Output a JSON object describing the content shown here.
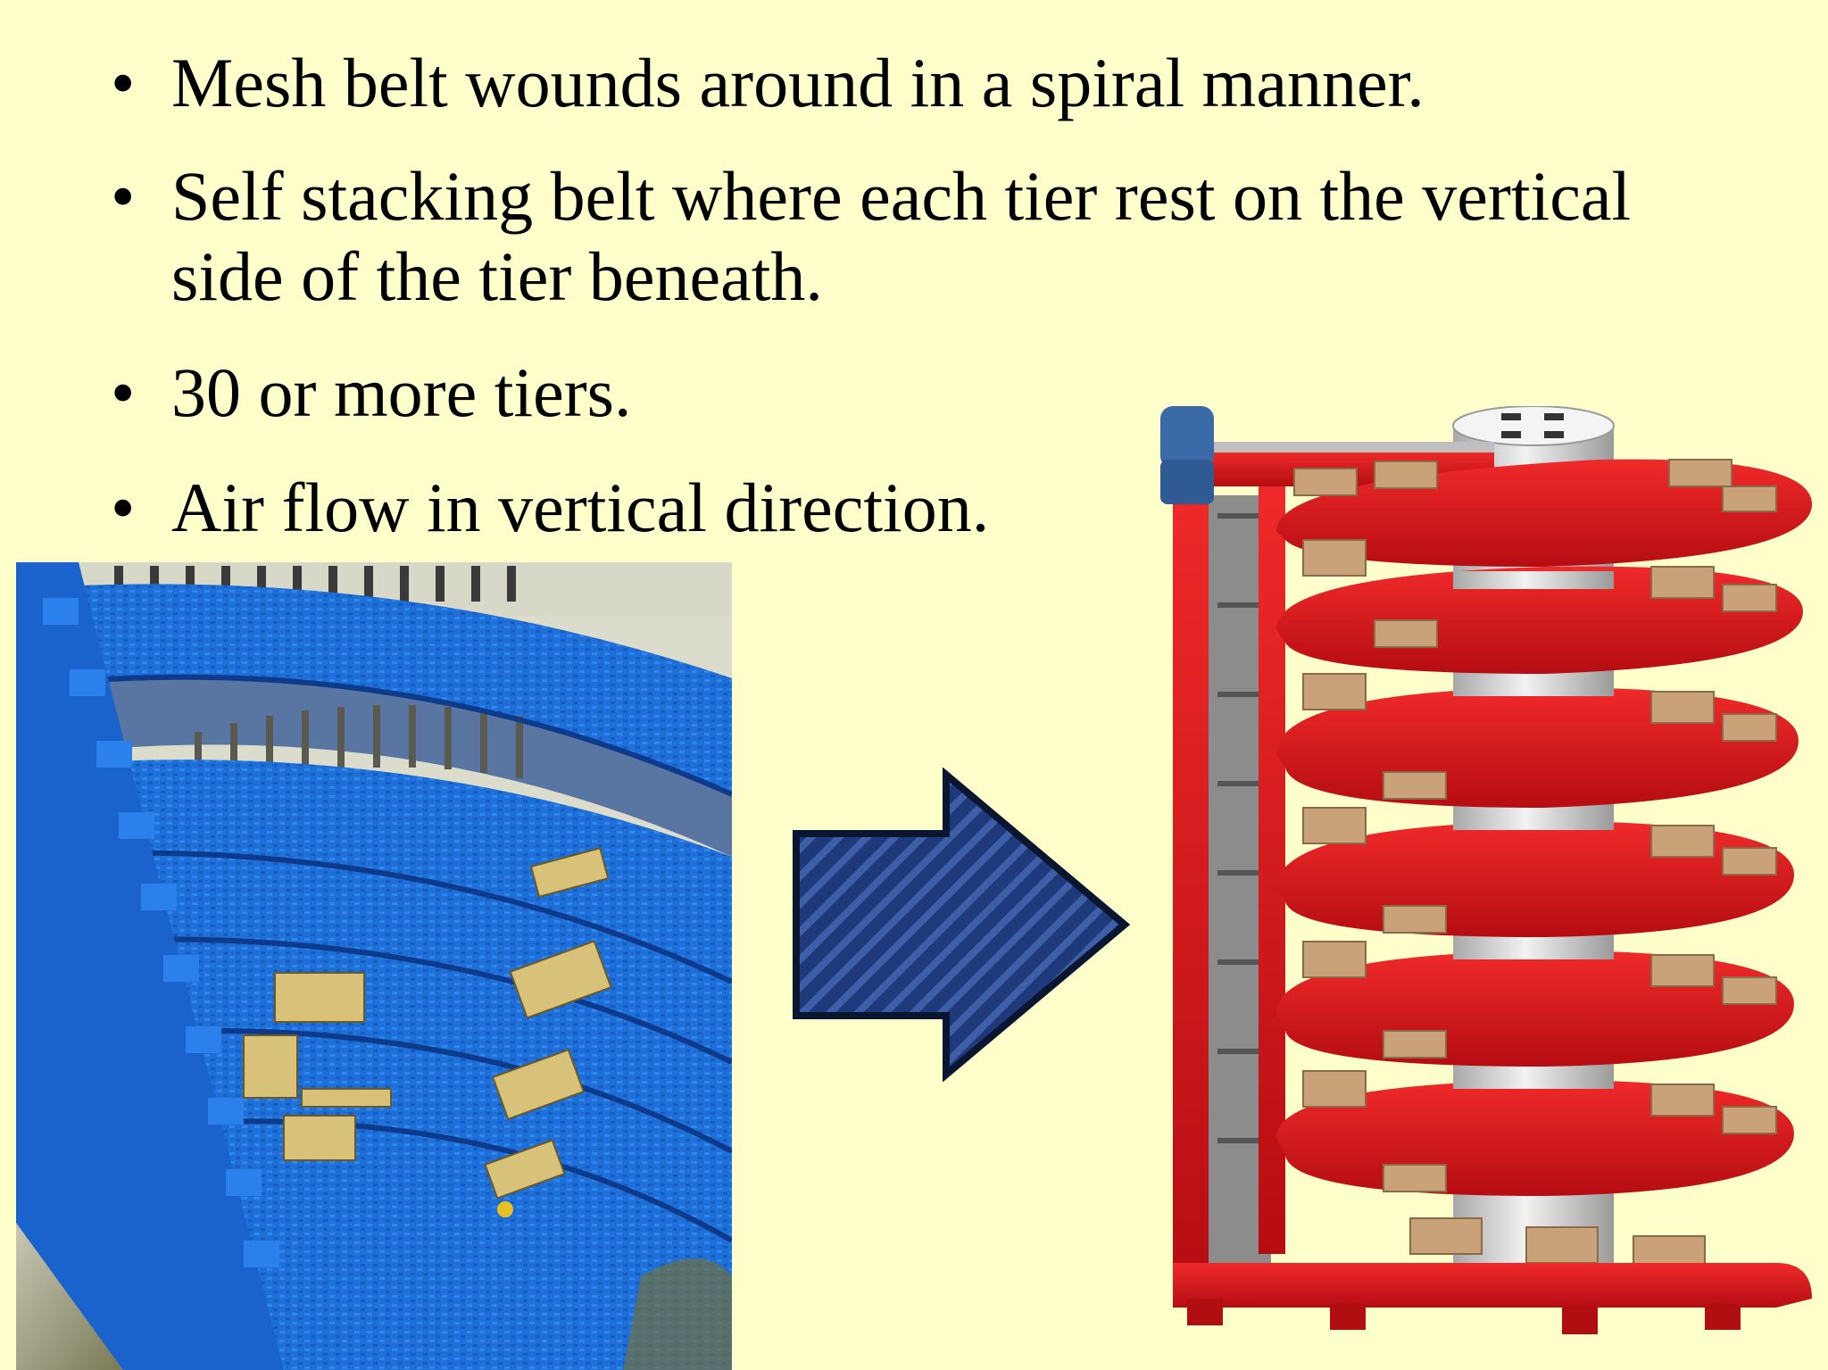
{
  "bullets": [
    {
      "symbol": "•",
      "lines": [
        "Mesh belt wounds around in a spiral manner."
      ]
    },
    {
      "symbol": "•",
      "lines": [
        "Self stacking belt where each tier rest on the vertical",
        "side of the tier beneath."
      ]
    },
    {
      "symbol": "•",
      "lines": [
        "30 or more tiers."
      ]
    },
    {
      "symbol": "•",
      "lines": [
        "Air flow in vertical direction."
      ]
    }
  ],
  "colors": {
    "background": "#ffffcc",
    "arrow_fill": "#1f3a7a",
    "arrow_stripe": "#3e5ea8",
    "arrow_outline": "#0a1530",
    "belt_blue": "#1e6fd9",
    "frame_red": "#e0141e"
  },
  "icons": [
    "right-arrow-icon"
  ]
}
